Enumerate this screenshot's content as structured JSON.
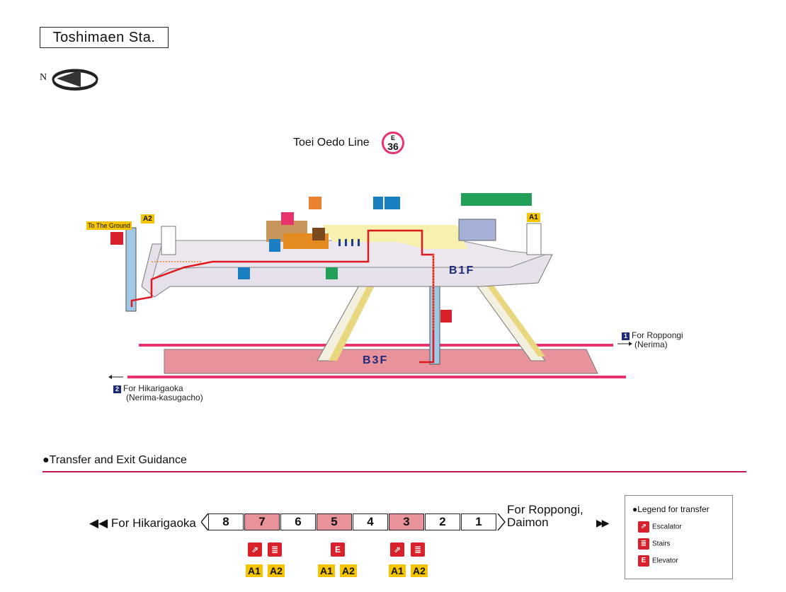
{
  "station": {
    "name": "Toshimaen Sta."
  },
  "compass": {
    "north_label": "N"
  },
  "line": {
    "name": "Toei Oedo Line",
    "badge_letter": "E",
    "badge_number": "36",
    "color": "#e8336c"
  },
  "floors": {
    "upper": "B1F",
    "lower": "B3F"
  },
  "exits": {
    "a1": "A1",
    "a2": "A2",
    "to_ground": "To The Ground"
  },
  "directions": {
    "platform1": {
      "num": "1",
      "label": "For Roppongi",
      "sub": "(Nerima)"
    },
    "platform2": {
      "num": "2",
      "label": "For Hikarigaoka",
      "sub": "(Nerima-kasugacho)"
    }
  },
  "transfer": {
    "heading": "Transfer and Exit Guidance",
    "left_label": "For Hikarigaoka",
    "right_label_1": "For Roppongi,",
    "right_label_2": "Daimon",
    "cars": [
      {
        "n": "8",
        "hl": false
      },
      {
        "n": "7",
        "hl": true
      },
      {
        "n": "6",
        "hl": false
      },
      {
        "n": "5",
        "hl": true
      },
      {
        "n": "4",
        "hl": false
      },
      {
        "n": "3",
        "hl": true
      },
      {
        "n": "2",
        "hl": false
      },
      {
        "n": "1",
        "hl": false
      }
    ],
    "exit_labels": [
      "A1",
      "A2"
    ]
  },
  "legend": {
    "title": "Legend for transfer",
    "escalator": "Escalator",
    "stairs": "Stairs",
    "elevator": "Elevator"
  },
  "colors": {
    "accent": "#e8336c",
    "platform": "#e8929c",
    "concourse": "#e6e0ea",
    "exit": "#f5c400",
    "floor_label": "#1e2a78"
  }
}
